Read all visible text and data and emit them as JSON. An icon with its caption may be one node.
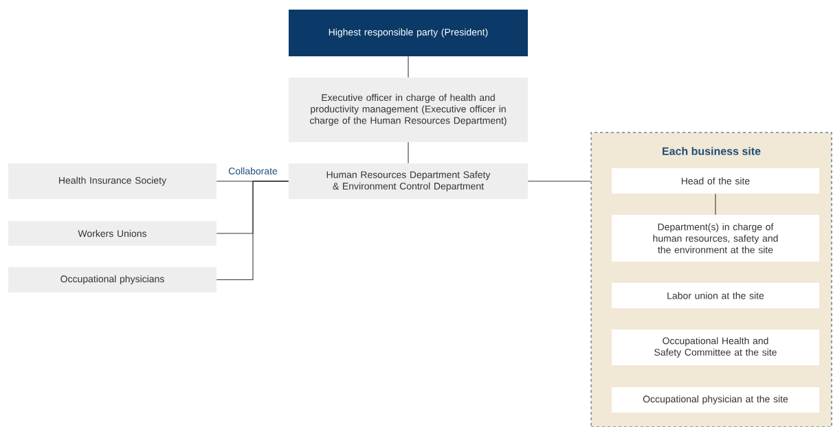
{
  "diagram": {
    "nodes": [
      {
        "text": [
          "Highest responsible party (President)"
        ]
      },
      {
        "text": [
          "Executive officer in charge of health and productivity management (Executive officer in charge of the Human Resources Department)"
        ]
      },
      {
        "text": [
          "Human Resources Department Safety & Environment Control Department"
        ]
      },
      {
        "text": [
          "Health Insurance Society"
        ]
      },
      {
        "text": [
          "Workers Unions"
        ]
      },
      {
        "text": [
          "Occupational physicians"
        ]
      },
      {
        "text": [
          "Each business site"
        ]
      },
      {
        "text": [
          "Head of the site"
        ],
        "in": 6
      },
      {
        "text": [
          "Department(s) in charge of human resources, safety and the environment at the site"
        ],
        "in": 6
      },
      {
        "text": [
          "Labor union at the site"
        ],
        "in": 6
      },
      {
        "text": [
          "Occupational Health and Safety Committee at the site"
        ],
        "in": 6
      },
      {
        "text": [
          "Occupational physician at the site"
        ],
        "in": 6
      }
    ],
    "edges": [
      {
        "from": 0,
        "to": 1,
        "arrow": "none"
      },
      {
        "from": 1,
        "to": 2,
        "arrow": "none"
      },
      {
        "from": 2,
        "to": 6,
        "arrow": "none"
      },
      {
        "from": 7,
        "to": 8,
        "arrow": "none"
      },
      {
        "from": 3,
        "to": 2,
        "arrow": "none",
        "label": "Collaborate"
      },
      {
        "from": 4,
        "to": 2,
        "arrow": "none"
      },
      {
        "from": 5,
        "to": 2,
        "arrow": "none"
      }
    ]
  }
}
